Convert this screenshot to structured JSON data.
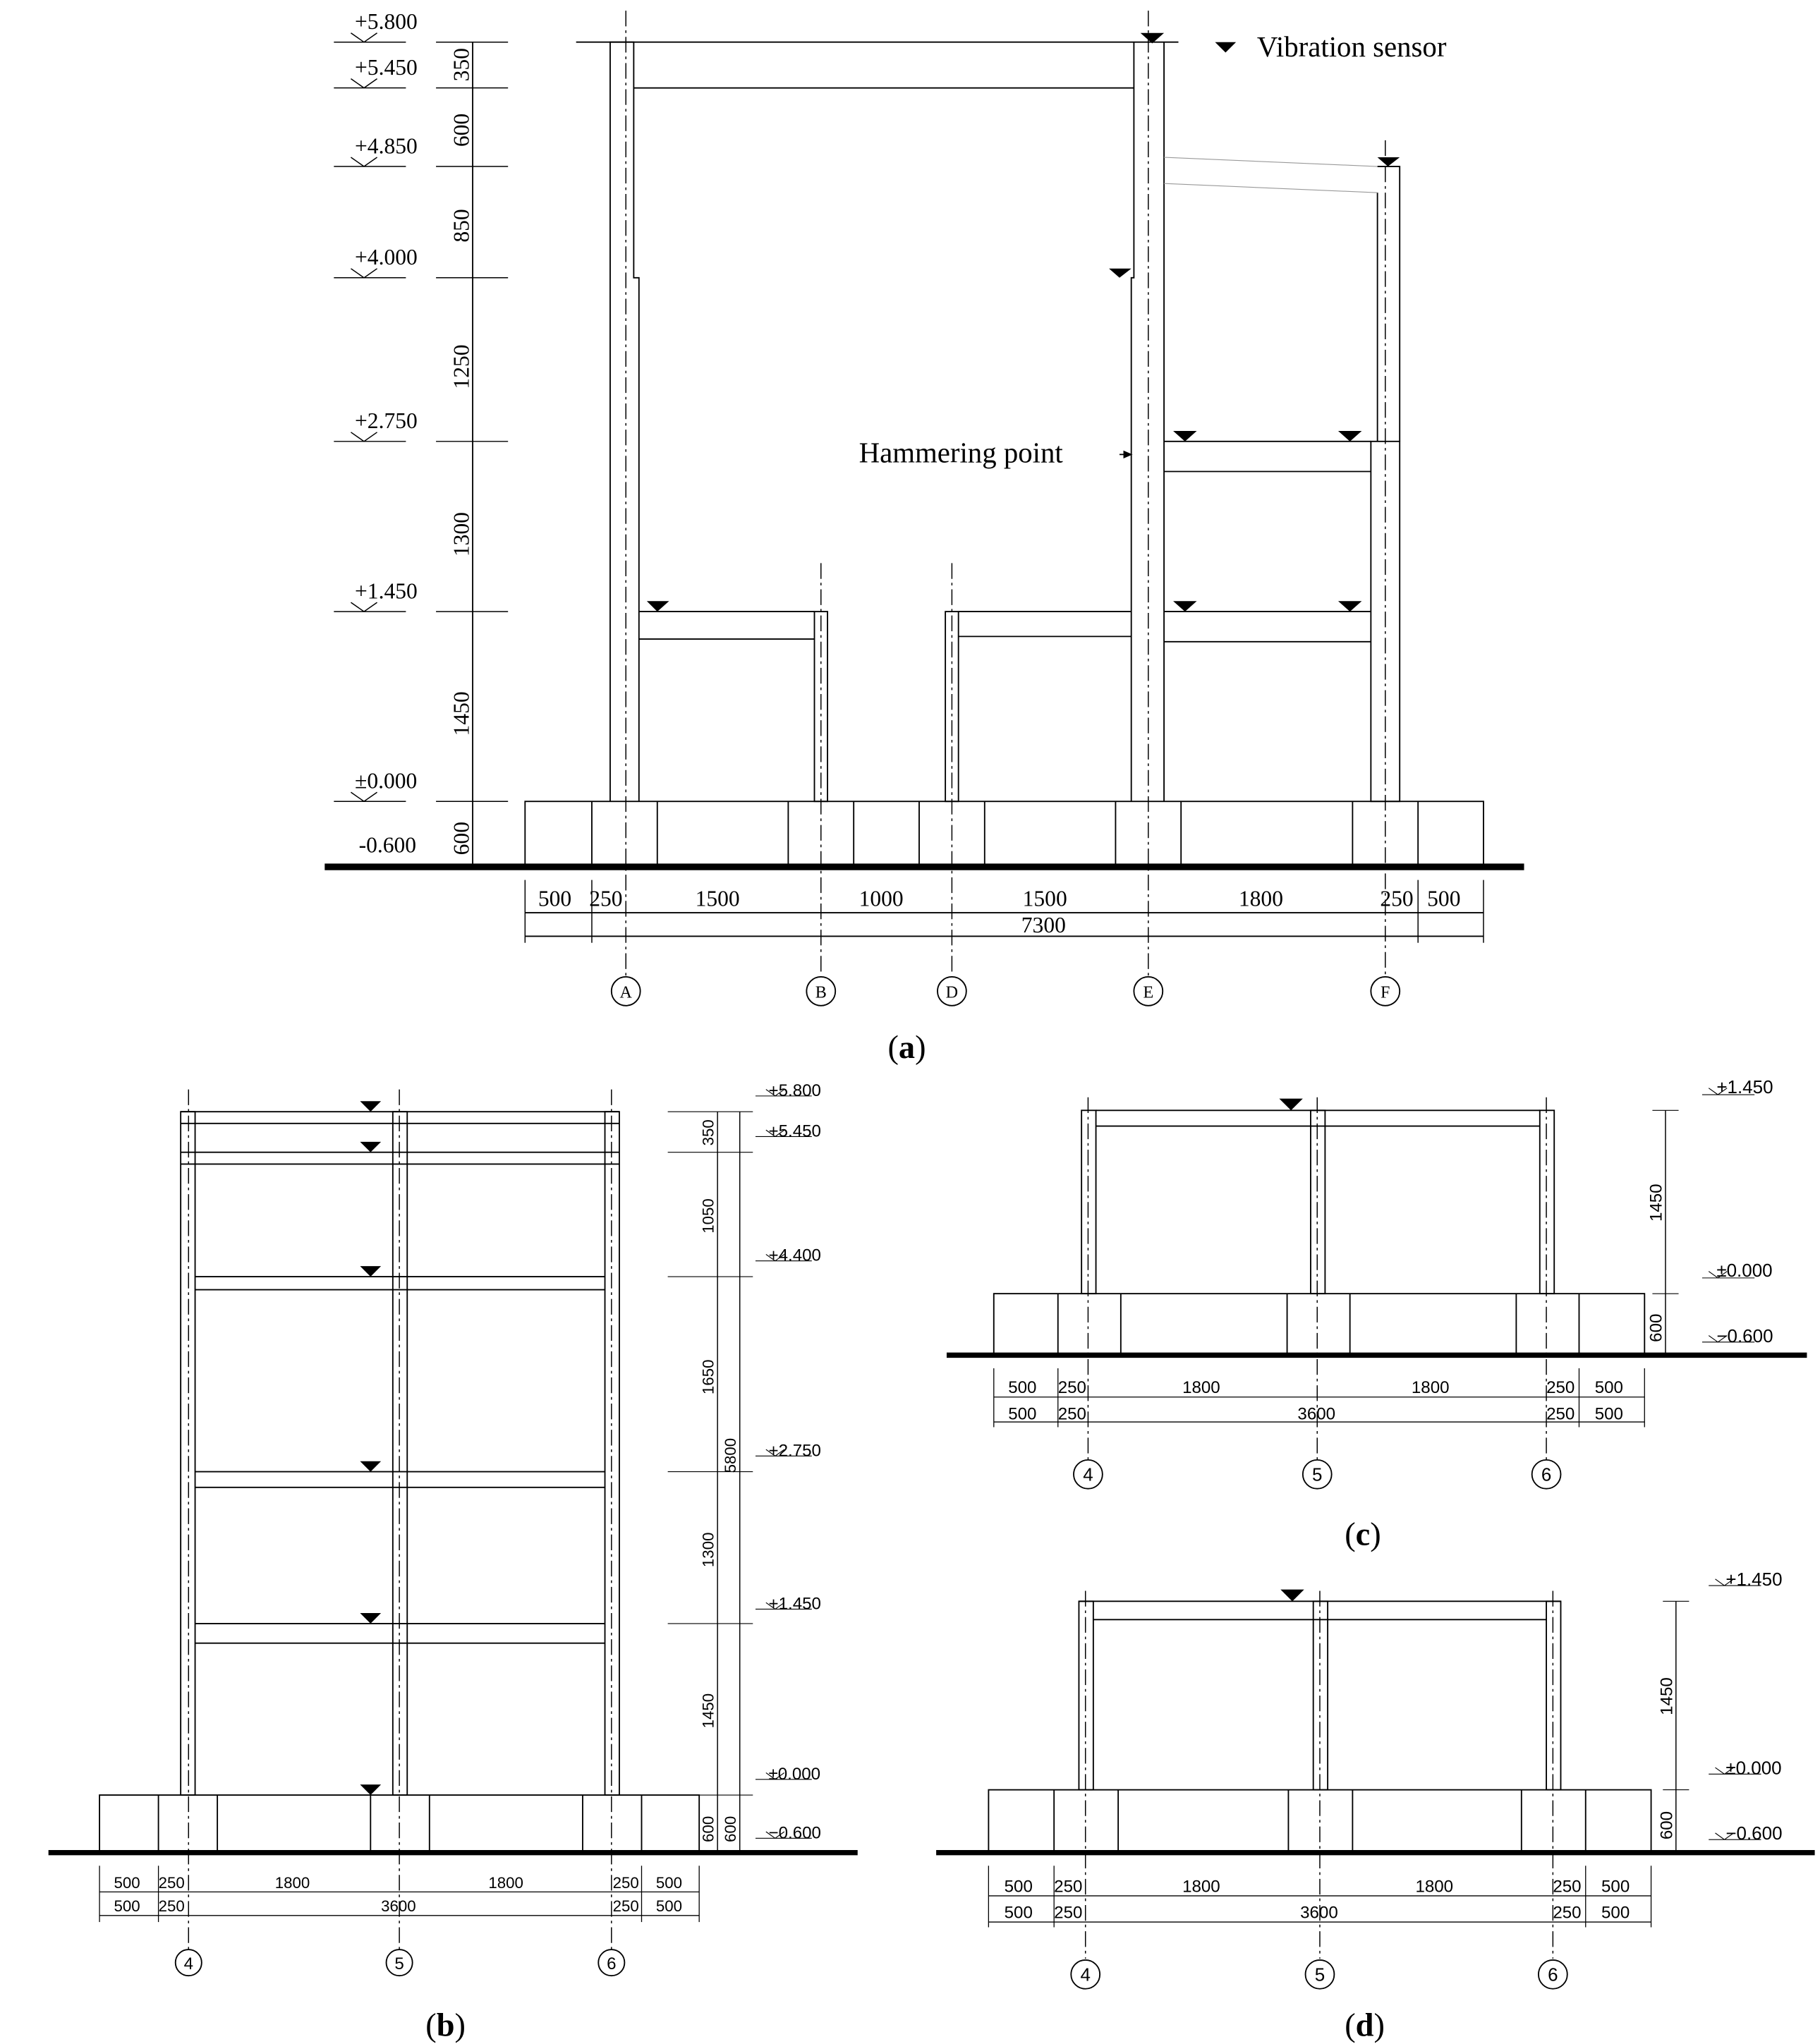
{
  "figure_a": {
    "label_open": "(",
    "label_letter": "a",
    "label_close": ")",
    "legend": {
      "text": "Vibration sensor",
      "icon": "sensor-triangle-icon"
    },
    "hammering_point": "Hammering point",
    "elevations": [
      "+5.800",
      "+5.450",
      "+4.850",
      "+4.000",
      "+2.750",
      "+1.450",
      "±0.000",
      "-0.600"
    ],
    "heights": [
      "350",
      "600",
      "850",
      "1250",
      "1300",
      "1450",
      "600"
    ],
    "spans": [
      "500",
      "250",
      "1500",
      "1000",
      "1500",
      "1800",
      "250",
      "500"
    ],
    "total": "7300",
    "axes": [
      "A",
      "B",
      "D",
      "E",
      "F"
    ]
  },
  "figure_b": {
    "label_open": "(",
    "label_letter": "b",
    "label_close": ")",
    "elevations": [
      "+5.800",
      "+5.450",
      "+4.400",
      "+2.750",
      "+1.450",
      "±0.000",
      "−0.600"
    ],
    "heights": [
      "350",
      "1050",
      "1650",
      "1300",
      "1450",
      "600"
    ],
    "total_height": "5800",
    "foot_height": "600",
    "spans_row1": [
      "500",
      "250",
      "1800",
      "1800",
      "250",
      "500"
    ],
    "spans_row2": [
      "500",
      "250",
      "3600",
      "250",
      "500"
    ],
    "axes": [
      "4",
      "5",
      "6"
    ]
  },
  "figure_c": {
    "label_open": "(",
    "label_letter": "c",
    "label_close": ")",
    "elevations": [
      "+1.450",
      "±0.000",
      "−0.600"
    ],
    "heights": [
      "1450",
      "600"
    ],
    "spans_row1": [
      "500",
      "250",
      "1800",
      "1800",
      "250",
      "500"
    ],
    "spans_row2": [
      "500",
      "250",
      "3600",
      "250",
      "500"
    ],
    "axes": [
      "4",
      "5",
      "6"
    ]
  },
  "figure_d": {
    "label_open": "(",
    "label_letter": "d",
    "label_close": ")",
    "elevations": [
      "+1.450",
      "±0.000",
      "−0.600"
    ],
    "heights": [
      "1450",
      "600"
    ],
    "spans_row1": [
      "500",
      "250",
      "1800",
      "1800",
      "250",
      "500"
    ],
    "spans_row2": [
      "500",
      "250",
      "3600",
      "250",
      "500"
    ],
    "axes": [
      "4",
      "5",
      "6"
    ]
  }
}
